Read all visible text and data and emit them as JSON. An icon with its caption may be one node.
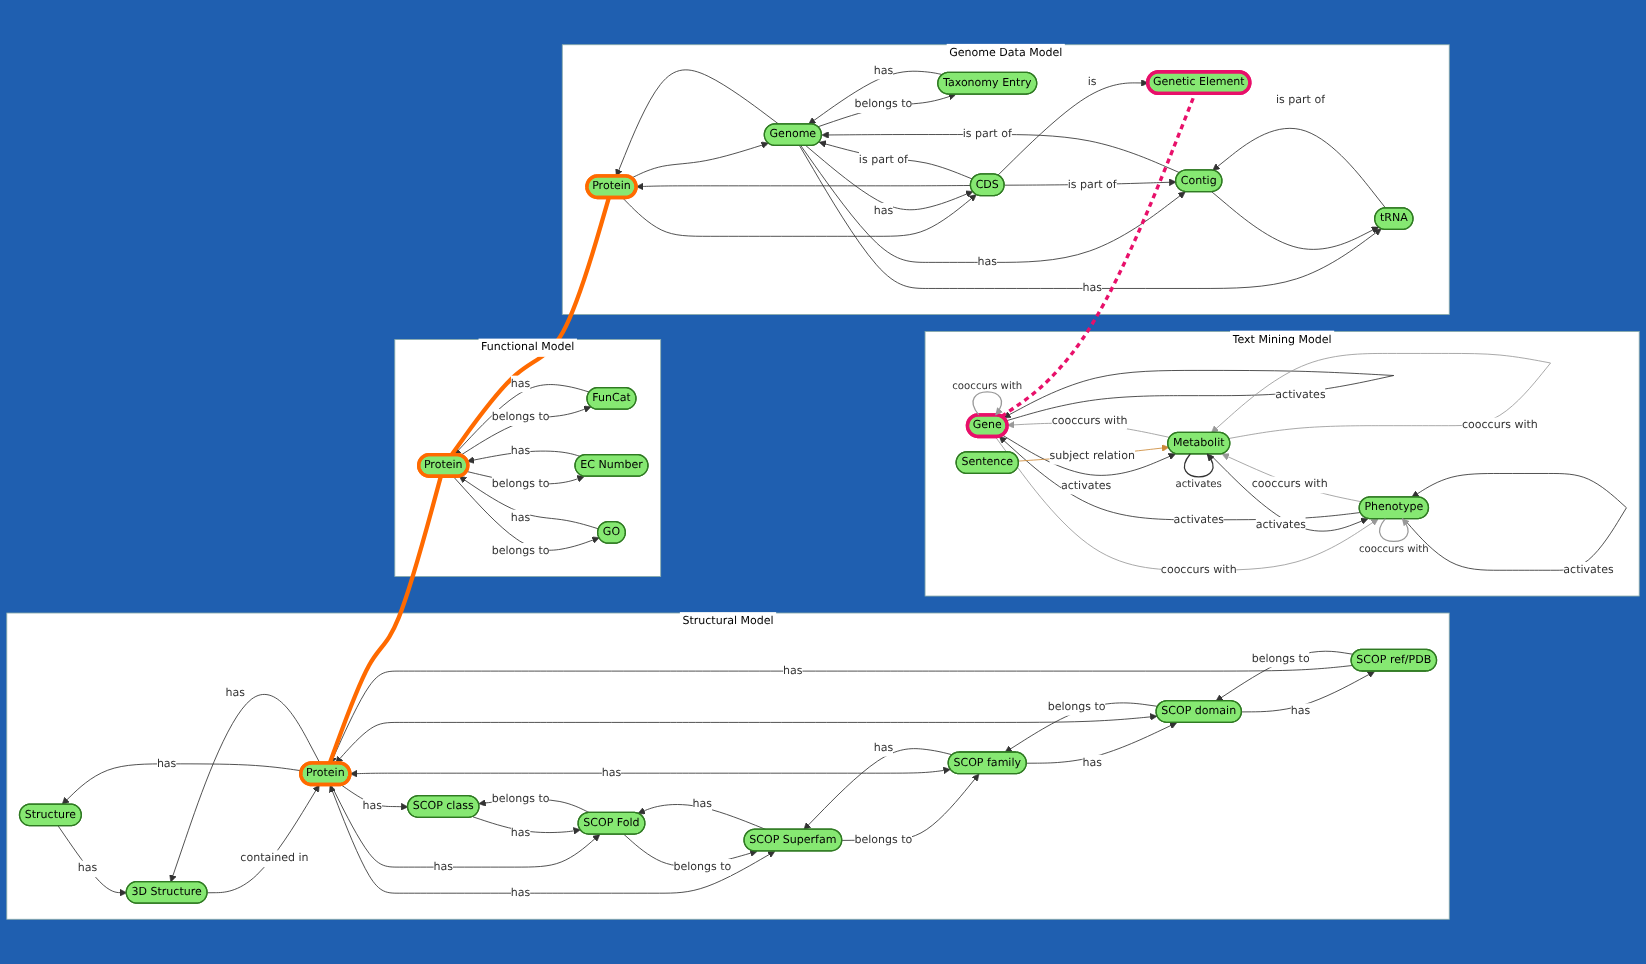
{
  "diagram": {
    "nodes": [
      {
        "text": [
          "Structural Model"
        ]
      },
      {
        "text": [
          "Structure"
        ],
        "in": 0
      },
      {
        "text": [
          "3D Structure"
        ],
        "in": 0
      },
      {
        "text": [
          "Protein"
        ],
        "in": 0
      },
      {
        "text": [
          "SCOP ref/PDB"
        ],
        "in": 0
      },
      {
        "text": [
          "SCOP domain"
        ],
        "in": 0
      },
      {
        "text": [
          "SCOP family"
        ],
        "in": 0
      },
      {
        "text": [
          "SCOP class"
        ],
        "in": 0
      },
      {
        "text": [
          "SCOP Superfam"
        ],
        "in": 0
      },
      {
        "text": [
          "SCOP Fold"
        ],
        "in": 0
      },
      {
        "text": [
          "Functional Model"
        ]
      },
      {
        "text": [
          "FunCat"
        ],
        "in": 10
      },
      {
        "text": [
          "EC Number"
        ],
        "in": 10
      },
      {
        "text": [
          "Protein"
        ],
        "in": 10
      },
      {
        "text": [
          "GO"
        ],
        "in": 10
      },
      {
        "text": [
          "Text Mining Model"
        ]
      },
      {
        "text": [
          "Gene"
        ],
        "in": 15
      },
      {
        "text": [
          "Metabolit"
        ],
        "in": 15
      },
      {
        "text": [
          "Phenotype"
        ],
        "in": 15
      },
      {
        "text": [
          "Sentence"
        ],
        "in": 15
      },
      {
        "text": [
          "Genome Data Model"
        ]
      },
      {
        "text": [
          "Taxonomy Entry"
        ],
        "in": 20
      },
      {
        "text": [
          "Protein"
        ],
        "in": 20
      },
      {
        "text": [
          "Genome"
        ],
        "in": 20
      },
      {
        "text": [
          "Genetic Element"
        ],
        "in": 20
      },
      {
        "text": [
          "Contig"
        ],
        "in": 20
      },
      {
        "text": [
          "CDS"
        ],
        "in": 20
      },
      {
        "text": [
          "tRNA"
        ],
        "in": 20
      }
    ],
    "edges": [
      {
        "from": 1,
        "to": 2,
        "arrow": "to",
        "label": "has"
      },
      {
        "from": 3,
        "to": 1,
        "arrow": "to",
        "label": "has"
      },
      {
        "from": 3,
        "to": 2,
        "arrow": "to",
        "label": "has"
      },
      {
        "from": 2,
        "to": 3,
        "arrow": "to",
        "label": "contained in"
      },
      {
        "from": 4,
        "to": 3,
        "arrow": "to",
        "label": "has"
      },
      {
        "from": 4,
        "to": 5,
        "arrow": "to",
        "label": "belongs to"
      },
      {
        "from": 5,
        "to": 4,
        "arrow": "to",
        "label": "has"
      },
      {
        "from": 5,
        "to": 3,
        "arrow": "both"
      },
      {
        "from": 5,
        "to": 6,
        "arrow": "to",
        "label": "belongs to"
      },
      {
        "from": 6,
        "to": 5,
        "arrow": "to",
        "label": "has"
      },
      {
        "from": 6,
        "to": 3,
        "arrow": "both",
        "label": "has"
      },
      {
        "from": 3,
        "to": 7,
        "arrow": "to",
        "label": "has"
      },
      {
        "from": 3,
        "to": 9,
        "arrow": "to",
        "label": "has"
      },
      {
        "from": 3,
        "to": 8,
        "arrow": "both",
        "label": "has"
      },
      {
        "from": 7,
        "to": 9,
        "arrow": "to",
        "label": "has"
      },
      {
        "from": 9,
        "to": 7,
        "arrow": "to",
        "label": "belongs to"
      },
      {
        "from": 8,
        "to": 6,
        "arrow": "to",
        "label": "belongs to"
      },
      {
        "from": 6,
        "to": 8,
        "arrow": "to",
        "label": "has"
      },
      {
        "from": 9,
        "to": 8,
        "arrow": "to",
        "label": "belongs to"
      },
      {
        "from": 8,
        "to": 9,
        "arrow": "to",
        "label": "has"
      },
      {
        "from": 13,
        "to": 11,
        "arrow": "to",
        "label": "belongs to"
      },
      {
        "from": 11,
        "to": 13,
        "arrow": "to",
        "label": "has"
      },
      {
        "from": 13,
        "to": 12,
        "arrow": "to",
        "label": "belongs to"
      },
      {
        "from": 12,
        "to": 13,
        "arrow": "to",
        "label": "has"
      },
      {
        "from": 13,
        "to": 14,
        "arrow": "to",
        "label": "belongs to"
      },
      {
        "from": 14,
        "to": 13,
        "arrow": "to",
        "label": "has"
      },
      {
        "from": 16,
        "to": 16,
        "arrow": "to",
        "label": "activates"
      },
      {
        "from": 16,
        "to": 16,
        "arrow": "to",
        "label": "cooccurs with",
        "color": "#999999"
      },
      {
        "from": 17,
        "to": 16,
        "arrow": "to",
        "label": "cooccurs with",
        "color": "#999999"
      },
      {
        "from": 16,
        "to": 17,
        "arrow": "to",
        "label": "activates"
      },
      {
        "from": 18,
        "to": 16,
        "arrow": "to",
        "label": "activates"
      },
      {
        "from": 16,
        "to": 18,
        "arrow": "to",
        "label": "cooccurs with",
        "color": "#999999"
      },
      {
        "from": 17,
        "to": 18,
        "arrow": "to",
        "label": "activates"
      },
      {
        "from": 18,
        "to": 17,
        "arrow": "to",
        "label": "cooccurs with",
        "color": "#999999"
      },
      {
        "from": 17,
        "to": 17,
        "arrow": "to",
        "label": "cooccurs with",
        "color": "#999999"
      },
      {
        "from": 17,
        "to": 17,
        "arrow": "to",
        "label": "activates"
      },
      {
        "from": 18,
        "to": 18,
        "arrow": "to",
        "label": "activates"
      },
      {
        "from": 18,
        "to": 18,
        "arrow": "to",
        "label": "cooccurs with",
        "color": "#999999"
      },
      {
        "from": 19,
        "to": 17,
        "arrow": "to",
        "label": "subject relation",
        "color": "#cc8a3a"
      },
      {
        "from": 21,
        "to": 23,
        "arrow": "to",
        "label": "has"
      },
      {
        "from": 23,
        "to": 21,
        "arrow": "to",
        "label": "belongs to"
      },
      {
        "from": 22,
        "to": 23,
        "arrow": "to"
      },
      {
        "from": 23,
        "to": 22,
        "arrow": "to"
      },
      {
        "from": 23,
        "to": 25,
        "arrow": "to",
        "label": "has"
      },
      {
        "from": 25,
        "to": 23,
        "arrow": "to",
        "label": "is part of"
      },
      {
        "from": 23,
        "to": 27,
        "arrow": "to",
        "label": "has"
      },
      {
        "from": 25,
        "to": 27,
        "arrow": "to"
      },
      {
        "from": 27,
        "to": 25,
        "arrow": "to",
        "label": "is part of"
      },
      {
        "from": 26,
        "to": 24,
        "arrow": "to",
        "label": "is"
      },
      {
        "from": 26,
        "to": 22,
        "arrow": "to"
      },
      {
        "from": 22,
        "to": 26,
        "arrow": "to"
      },
      {
        "from": 23,
        "to": 26,
        "arrow": "to",
        "label": "has"
      },
      {
        "from": 26,
        "to": 23,
        "arrow": "to",
        "label": "is part of"
      },
      {
        "from": 26,
        "to": 25,
        "arrow": "to",
        "label": "is part of"
      },
      {
        "from": 3,
        "to": 13,
        "arrow": "none",
        "style": "thick",
        "color": "#ff6a00"
      },
      {
        "from": 13,
        "to": 22,
        "arrow": "none",
        "style": "thick",
        "color": "#ff6a00"
      },
      {
        "from": 16,
        "to": 24,
        "arrow": "none",
        "style": "dashed",
        "color": "#e8106a"
      }
    ]
  }
}
